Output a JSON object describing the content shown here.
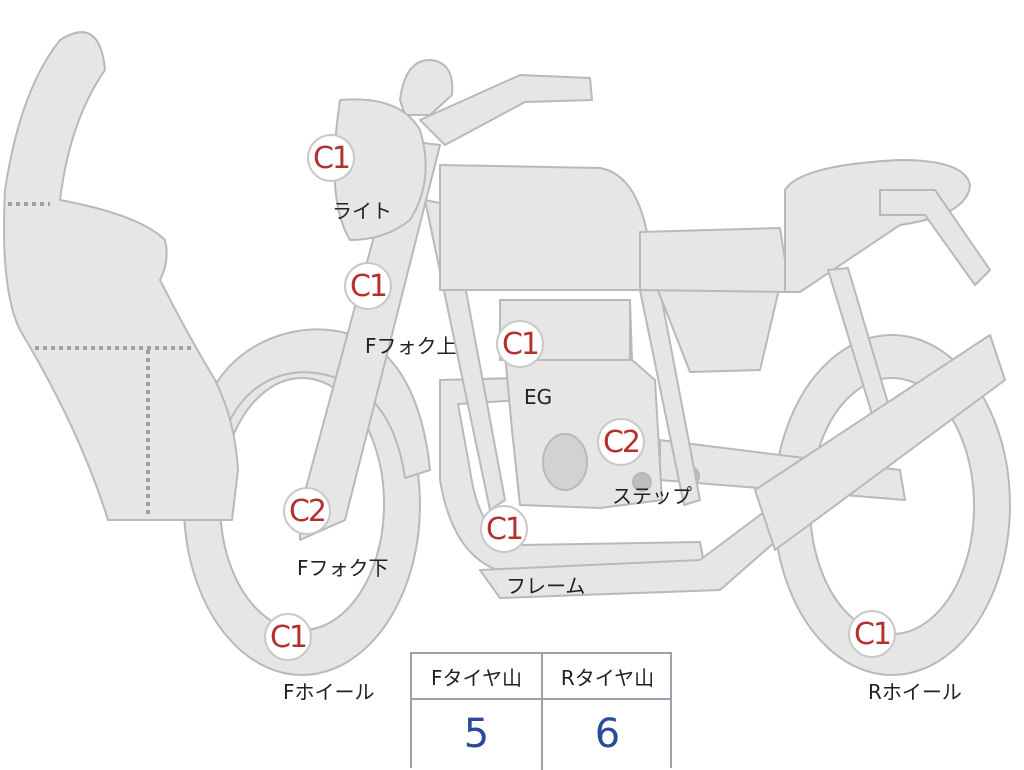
{
  "colors": {
    "part_fill": "#e6e6e4",
    "part_stroke": "#b9b9b9",
    "marker_text": "#b3312e",
    "value_text": "#2a4a9a"
  },
  "markers": {
    "light": {
      "grade": "C1",
      "label": "ライト"
    },
    "fork_upper": {
      "grade": "C1",
      "label": "Fフォク上"
    },
    "engine": {
      "grade": "C1",
      "label": "EG"
    },
    "step": {
      "grade": "C2",
      "label": "ステップ"
    },
    "fork_lower": {
      "grade": "C2",
      "label": "Fフォク下"
    },
    "frame": {
      "grade": "C1",
      "label": "フレーム"
    },
    "front_wheel": {
      "grade": "C1",
      "label": "Fホイール"
    },
    "rear_wheel": {
      "grade": "C1",
      "label": "Rホイール"
    }
  },
  "tire_table": {
    "front_header": "Fタイヤ山",
    "rear_header": "Rタイヤ山",
    "front_value": "5",
    "rear_value": "6"
  }
}
